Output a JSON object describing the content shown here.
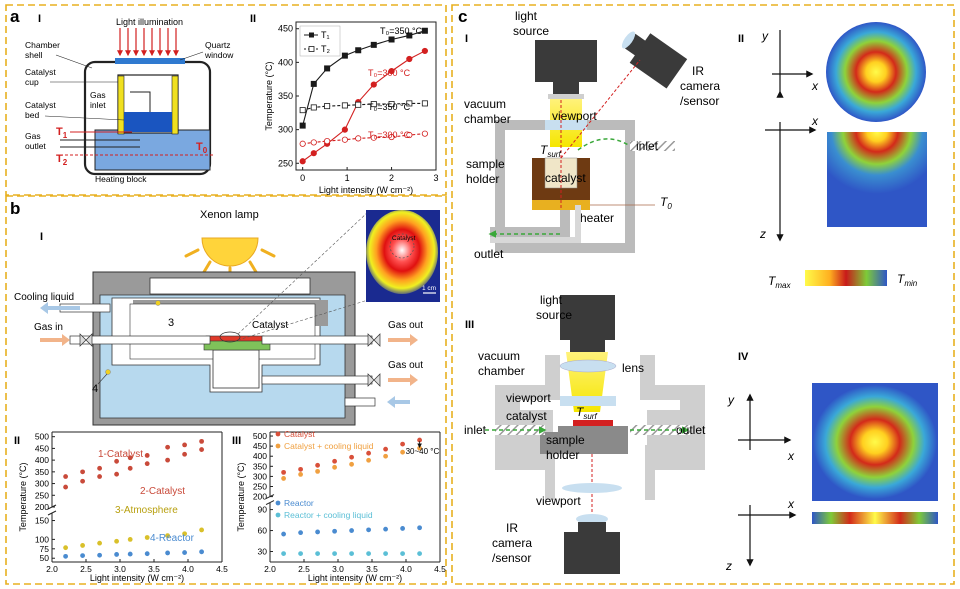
{
  "panels": {
    "a": {
      "letter": "a",
      "sub1": "I",
      "sub2": "II"
    },
    "b": {
      "letter": "b",
      "sub1": "I",
      "sub2": "II",
      "sub3": "III"
    },
    "c": {
      "letter": "c",
      "sub1": "I",
      "sub2": "II",
      "sub3": "III",
      "sub4": "IV"
    }
  },
  "a1": {
    "light": "Light illumination",
    "chamber": [
      "Chamber",
      "shell"
    ],
    "quartz": [
      "Quartz",
      "window"
    ],
    "cup": [
      "Catalyst",
      "cup"
    ],
    "gasin": [
      "Gas",
      "inlet"
    ],
    "bed": [
      "Catalyst",
      "bed"
    ],
    "gasout": [
      "Gas",
      "outlet"
    ],
    "t1": "T",
    "t1s": "1",
    "t2": "T",
    "t2s": "2",
    "t0": "T",
    "t0s": "0",
    "block": "Heating block"
  },
  "chart_data": [
    {
      "type": "line",
      "panel": "a-II",
      "xlabel": "Light intensity (W cm⁻²)",
      "ylabel": "Temperature (°C)",
      "xlim": [
        -0.15,
        3.0
      ],
      "ylim": [
        240,
        460
      ],
      "xticks": [
        0,
        1,
        2,
        3
      ],
      "yticks": [
        250,
        300,
        350,
        400,
        450
      ],
      "legend": [
        "T₁",
        "T₂"
      ],
      "annotations": [
        "T₀=350 °C",
        "T₀=300 °C",
        "T₀=350 °C",
        "T₀=300 °C"
      ],
      "x": [
        0,
        0.25,
        0.55,
        0.95,
        1.25,
        1.6,
        2.0,
        2.4,
        2.75
      ],
      "series": [
        {
          "values": [
            306,
            368,
            391,
            410,
            418,
            426,
            434,
            440,
            447
          ],
          "color": "#1a1a1a",
          "marker": "square-filled"
        },
        {
          "values": [
            253,
            265,
            279,
            300,
            341,
            367,
            387,
            405,
            417
          ],
          "color": "#d32020",
          "marker": "circle-filled"
        },
        {
          "values": [
            329,
            333,
            335,
            336,
            337,
            338,
            338,
            339,
            339
          ],
          "color": "#1a1a1a",
          "marker": "square-open"
        },
        {
          "values": [
            279,
            281,
            283,
            285,
            287,
            288,
            289,
            292,
            294
          ],
          "color": "#d32020",
          "marker": "circle-open"
        }
      ]
    },
    {
      "type": "scatter",
      "panel": "b-II",
      "xlabel": "Light intensity (W cm⁻²)",
      "ylabel": "Temperature (°C)",
      "xlim": [
        2.0,
        4.5
      ],
      "xticks": [
        "2.0",
        "2.5",
        "3.0",
        "3.5",
        "4.0",
        "4.5"
      ],
      "yticks": [
        50,
        75,
        100,
        150,
        200,
        250,
        300,
        350,
        400,
        450,
        500
      ],
      "series": [
        {
          "name": "1-Catalyst",
          "color": "#c94a3a",
          "x": [
            2.2,
            2.45,
            2.7,
            2.95,
            3.15,
            3.4,
            3.7,
            3.95,
            4.2
          ],
          "values": [
            330,
            350,
            365,
            395,
            410,
            420,
            455,
            465,
            480
          ]
        },
        {
          "name": "2-Catalyst",
          "color": "#c94a3a",
          "x": [
            2.2,
            2.45,
            2.7,
            2.95,
            3.15,
            3.4,
            3.7,
            3.95,
            4.2
          ],
          "values": [
            285,
            310,
            330,
            340,
            365,
            385,
            400,
            425,
            445
          ]
        },
        {
          "name": "3-Atmosphere",
          "color": "#d9c02a",
          "x": [
            2.2,
            2.45,
            2.7,
            2.95,
            3.15,
            3.4,
            3.7,
            3.95,
            4.2
          ],
          "values": [
            78,
            84,
            90,
            95,
            100,
            105,
            110,
            115,
            125
          ]
        },
        {
          "name": "4-Reactor",
          "color": "#4a8bd0",
          "x": [
            2.2,
            2.45,
            2.7,
            2.95,
            3.15,
            3.4,
            3.7,
            3.95,
            4.2
          ],
          "values": [
            55,
            57,
            58,
            60,
            61,
            62,
            64,
            65,
            67
          ]
        }
      ]
    },
    {
      "type": "scatter",
      "panel": "b-III",
      "xlabel": "Light intensity (W cm⁻²)",
      "ylabel": "Temperature (°C)",
      "xlim": [
        2.0,
        4.5
      ],
      "xticks": [
        "2.0",
        "2.5",
        "3.0",
        "3.5",
        "4.0",
        "4.5"
      ],
      "yticks": [
        30,
        60,
        90,
        200,
        250,
        300,
        350,
        400,
        450,
        500
      ],
      "annotation": "30~40 °C",
      "series": [
        {
          "name": "Catalyst",
          "color": "#d9503a",
          "x": [
            2.2,
            2.45,
            2.7,
            2.95,
            3.2,
            3.45,
            3.7,
            3.95,
            4.2
          ],
          "values": [
            320,
            335,
            355,
            375,
            395,
            415,
            435,
            460,
            480
          ]
        },
        {
          "name": "Catalyst + cooling liquid",
          "color": "#f0a040",
          "x": [
            2.2,
            2.45,
            2.7,
            2.95,
            3.2,
            3.45,
            3.7,
            3.95,
            4.2
          ],
          "values": [
            290,
            310,
            325,
            345,
            360,
            380,
            400,
            420,
            440
          ]
        },
        {
          "name": "Reactor",
          "color": "#4a8bd0",
          "x": [
            2.2,
            2.45,
            2.7,
            2.95,
            3.2,
            3.45,
            3.7,
            3.95,
            4.2
          ],
          "values": [
            55,
            57,
            58,
            59,
            60,
            61,
            62,
            63,
            64
          ]
        },
        {
          "name": "Reactor + cooling liquid",
          "color": "#5bbfd6",
          "x": [
            2.2,
            2.45,
            2.7,
            2.95,
            3.2,
            3.45,
            3.7,
            3.95,
            4.2
          ],
          "values": [
            27,
            27,
            27,
            27,
            27,
            27,
            27,
            27,
            27
          ]
        }
      ]
    }
  ],
  "b1": {
    "lamp": "Xenon lamp",
    "cooling": "Cooling liquid",
    "gasin": "Gas in",
    "gasout1": "Gas out",
    "gasout2": "Gas out",
    "n3": "3",
    "n4": "4",
    "catalyst": "Catalyst",
    "inset_label": "Catalyst",
    "scale": "1 cm"
  },
  "c1": {
    "light": [
      "light",
      "source"
    ],
    "ir": [
      "IR",
      "camera",
      "/sensor"
    ],
    "vac": [
      "vacuum",
      "chamber"
    ],
    "viewport": "viewport",
    "tsurf": "T",
    "tsurf_s": "surf",
    "inlet": "inlet",
    "sample": [
      "sample",
      "holder"
    ],
    "catalyst": "catalyst",
    "heater": "heater",
    "t0": "T",
    "t0s": "0",
    "outlet": "outlet"
  },
  "c2": {
    "y": "y",
    "x": "x",
    "x2": "x",
    "z": "z",
    "tmax": "T",
    "tmax_s": "max",
    "tmin": "T",
    "tmin_s": "min"
  },
  "c3": {
    "light": [
      "light",
      "source"
    ],
    "vac": [
      "vacuum",
      "chamber"
    ],
    "lens": "lens",
    "viewport1": "viewport",
    "catalyst": "catalyst",
    "tsurf": "T",
    "tsurf_s": "surf",
    "inlet": "inlet",
    "outlet": "outlet",
    "sample": [
      "sample",
      "holder"
    ],
    "viewport2": "viewport",
    "ir": [
      "IR",
      "camera",
      "/sensor"
    ]
  },
  "c4": {
    "y": "y",
    "x": "x",
    "x2": "x",
    "z": "z"
  },
  "colors": {
    "frame": "#e8b020",
    "red": "#d32020",
    "blue": "#2f56c6",
    "yellow": "#ffe82a",
    "gray": "#bdbdbd",
    "dark": "#3a3a3a"
  }
}
